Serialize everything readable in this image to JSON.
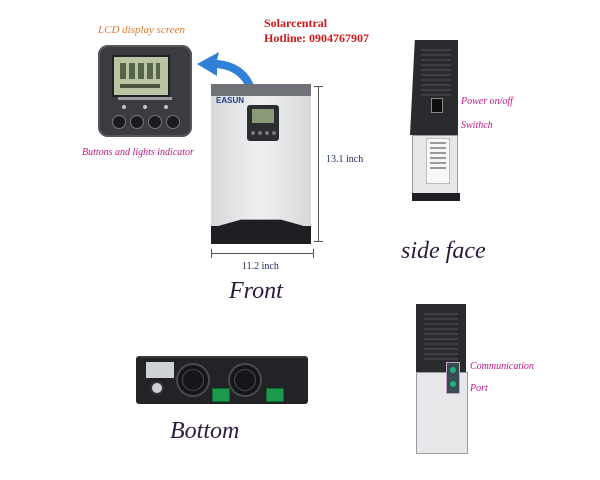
{
  "brand": {
    "name": "Solarcentral",
    "hotline": "Hotline: 0904767907"
  },
  "lcd_panel": {
    "caption": "LCD display screen",
    "buttons_caption": "Buttons and lights indicator",
    "panel_title": "FUNCTION DISPLAY"
  },
  "front": {
    "label": "Front",
    "logo": "EASUN",
    "height": "13.1 inch",
    "width": "11.2 inch"
  },
  "side": {
    "label": "side face",
    "power_label": "Power on/off",
    "switch_label": "Swithch"
  },
  "side_lower": {
    "comm_label": "Communication",
    "port_label": "Port"
  },
  "bottom": {
    "label": "Bottom"
  },
  "colors": {
    "brand_red": "#d01818",
    "caption_orange": "#e0762a",
    "note_magenta": "#c0188a",
    "arrow_blue": "#2f80d6",
    "heading_dark": "#2c1a3e"
  }
}
